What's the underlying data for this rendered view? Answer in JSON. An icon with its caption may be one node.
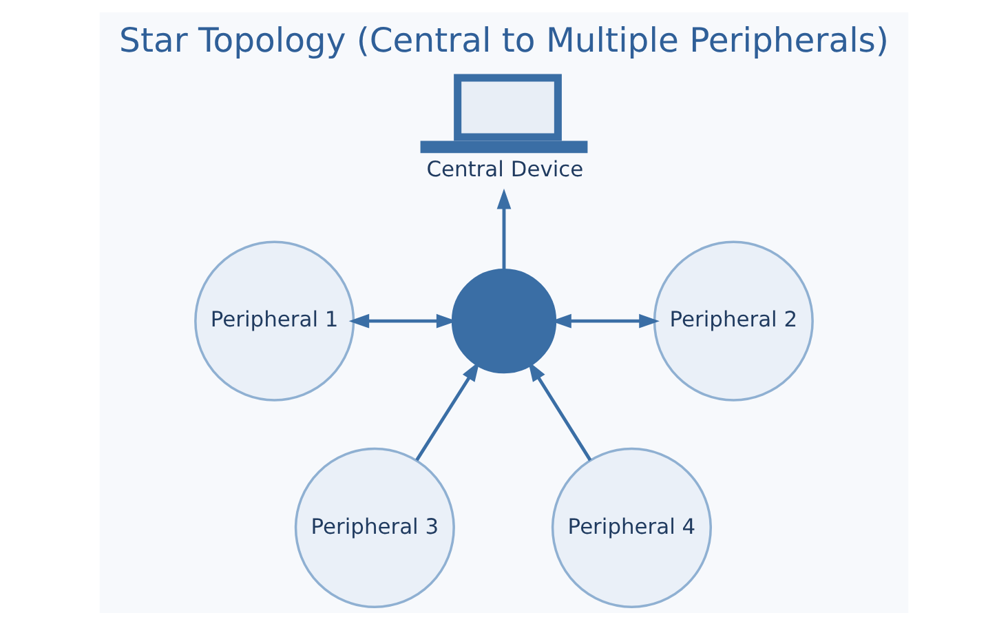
{
  "diagram": {
    "title": "Star Topology (Central to Multiple Peripherals)",
    "nodes": [
      {
        "text": [
          "Central Device"
        ]
      },
      {
        "text": [
          "Peripheral 1"
        ]
      },
      {
        "text": [],
        "shape": "circle"
      },
      {
        "text": [
          "Peripheral 2"
        ]
      },
      {
        "text": [
          "Peripheral 3"
        ]
      },
      {
        "text": [
          "Peripheral 4"
        ]
      }
    ],
    "edges": [
      {
        "from": 2,
        "to": 0,
        "arrow": "to"
      },
      {
        "from": 1,
        "to": 2,
        "arrow": "both"
      },
      {
        "from": 2,
        "to": 3,
        "arrow": "both"
      },
      {
        "from": 4,
        "to": 2,
        "arrow": "to"
      },
      {
        "from": 5,
        "to": 2,
        "arrow": "to"
      }
    ]
  }
}
